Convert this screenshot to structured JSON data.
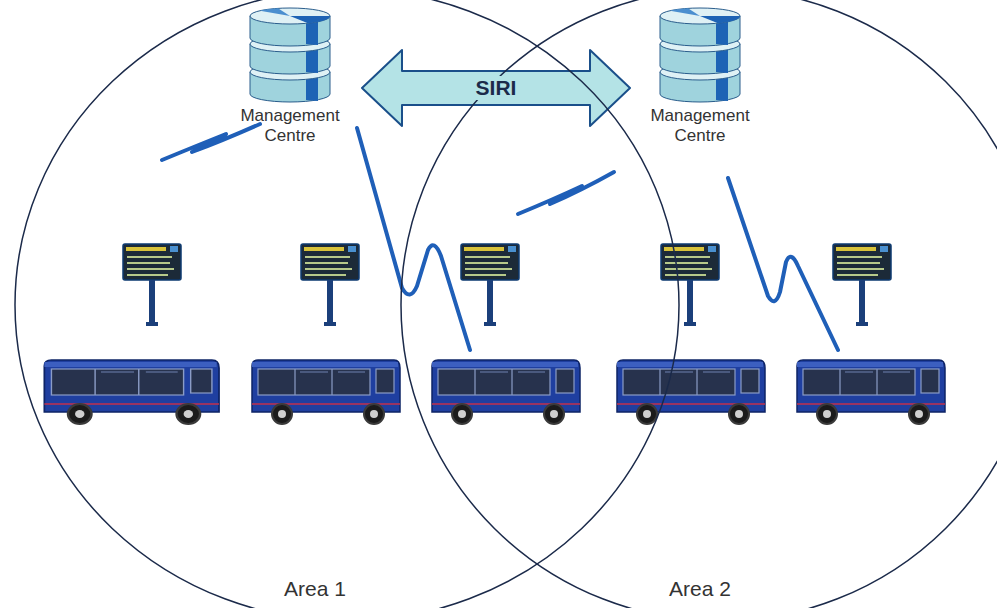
{
  "diagram": {
    "nodes": [
      {
        "text": [
          "Area 1"
        ]
      },
      {
        "text": [
          "Management Centre"
        ],
        "in": 0
      },
      {
        "text": [
          "Area 2"
        ]
      },
      {
        "text": [
          "Management Centre"
        ],
        "in": 2
      }
    ],
    "edges": [
      {
        "from": 1,
        "to": 3,
        "label": "SIRI",
        "arrow": "both"
      }
    ]
  }
}
